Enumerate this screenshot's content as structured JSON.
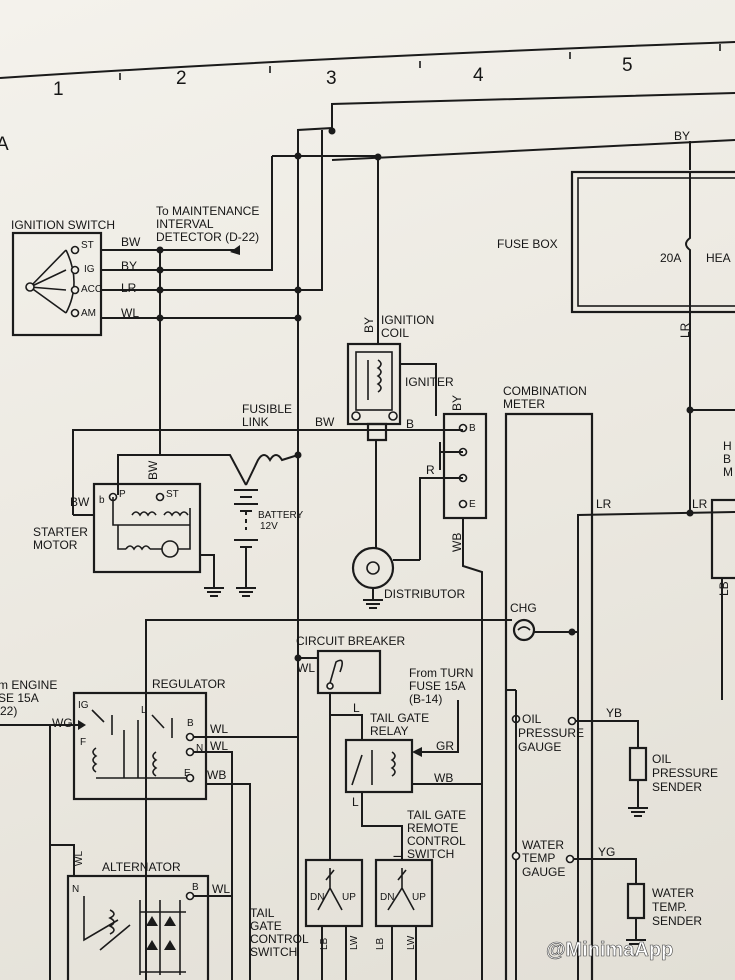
{
  "grid_numbers": [
    "1",
    "2",
    "3",
    "4",
    "5"
  ],
  "section_letter": "A",
  "components": {
    "ignition_switch": {
      "title": "IGNITION SWITCH",
      "terminals": [
        "ST",
        "IG",
        "ACC",
        "AM"
      ]
    },
    "maintenance": {
      "line1": "To MAINTENANCE",
      "line2": "INTERVAL",
      "line3": "DETECTOR (D-22)"
    },
    "fuse_box": {
      "title": "FUSE BOX",
      "fuse": "20A",
      "fuse_label": "HEA"
    },
    "ignition_coil": {
      "line1": "IGNITION",
      "line2": "COIL"
    },
    "igniter": "IGNITER",
    "fusible_link": {
      "line1": "FUSIBLE",
      "line2": "LINK"
    },
    "combination_meter": {
      "line1": "COMBINATION",
      "line2": "METER"
    },
    "starter_motor": {
      "line1": "STARTER",
      "line2": "MOTOR",
      "term_p": "P",
      "term_st": "ST",
      "term_b": "b"
    },
    "battery": {
      "line1": "BATTERY",
      "line2": "12V"
    },
    "distributor": "DISTRIBUTOR",
    "circuit_breaker": "CIRCUIT BREAKER",
    "chg": "CHG",
    "regulator": {
      "title": "REGULATOR",
      "terms": [
        "IG",
        "L",
        "F",
        "B",
        "N",
        "E"
      ]
    },
    "engine_fuse": {
      "line1": "m ENGINE",
      "line2": "SE 15A",
      "line3": "22)"
    },
    "turn_fuse": {
      "line1": "From TURN",
      "line2": "FUSE 15A",
      "line3": "(B-14)"
    },
    "tail_gate_relay": {
      "line1": "TAIL GATE",
      "line2": "RELAY"
    },
    "oil_pressure_gauge": {
      "line1": "OIL",
      "line2": "PRESSURE",
      "line3": "GAUGE"
    },
    "oil_pressure_sender": {
      "line1": "OIL",
      "line2": "PRESSURE",
      "line3": "SENDER"
    },
    "remote_switch": {
      "line1": "TAIL GATE",
      "line2": "REMOTE",
      "line3": "CONTROL",
      "line4": "SWITCH"
    },
    "water_temp_gauge": {
      "line1": "WATER",
      "line2": "TEMP",
      "line3": "GAUGE"
    },
    "water_temp_sender": {
      "line1": "WATER",
      "line2": "TEMP.",
      "line3": "SENDER"
    },
    "alternator": "ALTERNATOR",
    "tail_gate_control": {
      "line1": "TAIL",
      "line2": "GATE",
      "line3": "CONTROL",
      "line4": "SWITCH"
    },
    "switch_dn": "DN",
    "switch_up": "UP",
    "edge_h": "H",
    "edge_b": "B",
    "edge_m": "M"
  },
  "wire_colors": {
    "bw": "BW",
    "by": "BY",
    "lr": "LR",
    "wl": "WL",
    "b": "B",
    "r": "R",
    "e": "E",
    "wb": "WB",
    "wg": "WG",
    "n": "N",
    "l": "L",
    "gr": "GR",
    "yb": "YB",
    "yg": "YG",
    "lb": "LB",
    "lw": "LW"
  },
  "watermark": "@MinimaApp"
}
